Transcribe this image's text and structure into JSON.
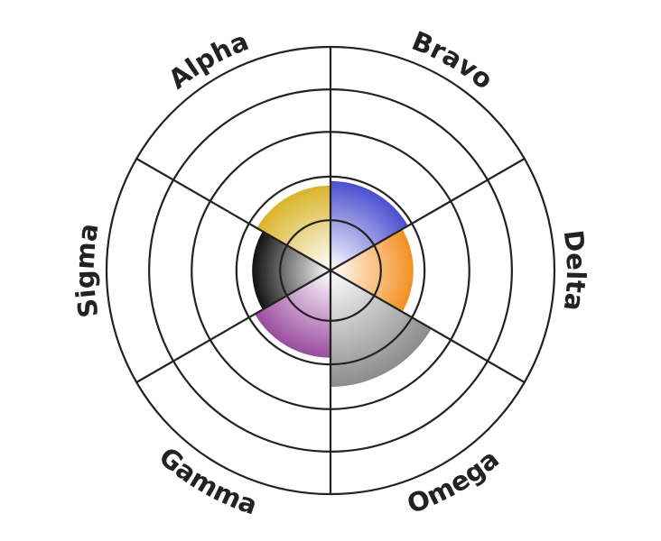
{
  "chart_data": {
    "type": "polar-area",
    "title": "",
    "categories": [
      "Alpha",
      "Bravo",
      "Delta",
      "Omega",
      "Gamma",
      "Sigma"
    ],
    "values": [
      38,
      40,
      37,
      52,
      39,
      35
    ],
    "colors": [
      "#d9b52a",
      "#4a4fd0",
      "#f39020",
      "#8c8c8c",
      "#9a4c9e",
      "#111111"
    ],
    "rlim": [
      0,
      100
    ],
    "grid_rings": [
      22.5,
      42,
      62,
      81,
      100
    ],
    "grid": true,
    "legend": "none"
  }
}
